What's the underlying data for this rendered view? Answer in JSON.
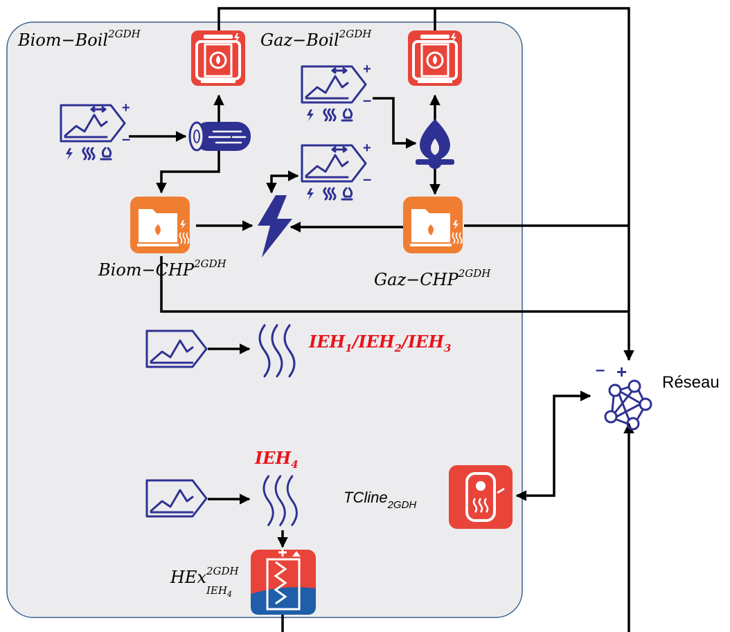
{
  "labels": {
    "biom_boil": {
      "base": "Biom−Boil",
      "sup": "2GDH"
    },
    "gaz_boil": {
      "base": "Gaz−Boil",
      "sup": "2GDH"
    },
    "biom_chp": {
      "base": "Biom−CHP",
      "sup": "2GDH"
    },
    "gaz_chp": {
      "base": "Gaz−CHP",
      "sup": "2GDH"
    },
    "ieh123": {
      "parts": [
        "IEH",
        "1",
        "/IEH",
        "2",
        "/IEH",
        "3"
      ]
    },
    "ieh4": {
      "base": "IEH",
      "sub": "4"
    },
    "reseau": "Réseau",
    "tcline": {
      "base": "TCline",
      "sub": "2GDH"
    },
    "hex": {
      "base": "HEx",
      "sup": "2GDH",
      "sub": "IEH",
      "subsub": "4"
    }
  },
  "colors": {
    "boiler_red": "#e8443a",
    "chp_orange": "#f07e32",
    "navy": "#2e3192",
    "panel_fill": "#ececee",
    "panel_border": "#3b5f8a",
    "accent_red": "#e8141c"
  },
  "icons": {
    "boilers": "boiler-icon",
    "chp": "chp-unit-icon",
    "profiles": "profile-chart-icon",
    "biomass": "biomass-log-icon",
    "gas": "gas-flame-icon",
    "electricity": "lightning-icon",
    "heat": "heat-waves-icon",
    "network": "network-icon",
    "storage": "heat-storage-icon",
    "exchanger": "heat-exchanger-icon"
  }
}
